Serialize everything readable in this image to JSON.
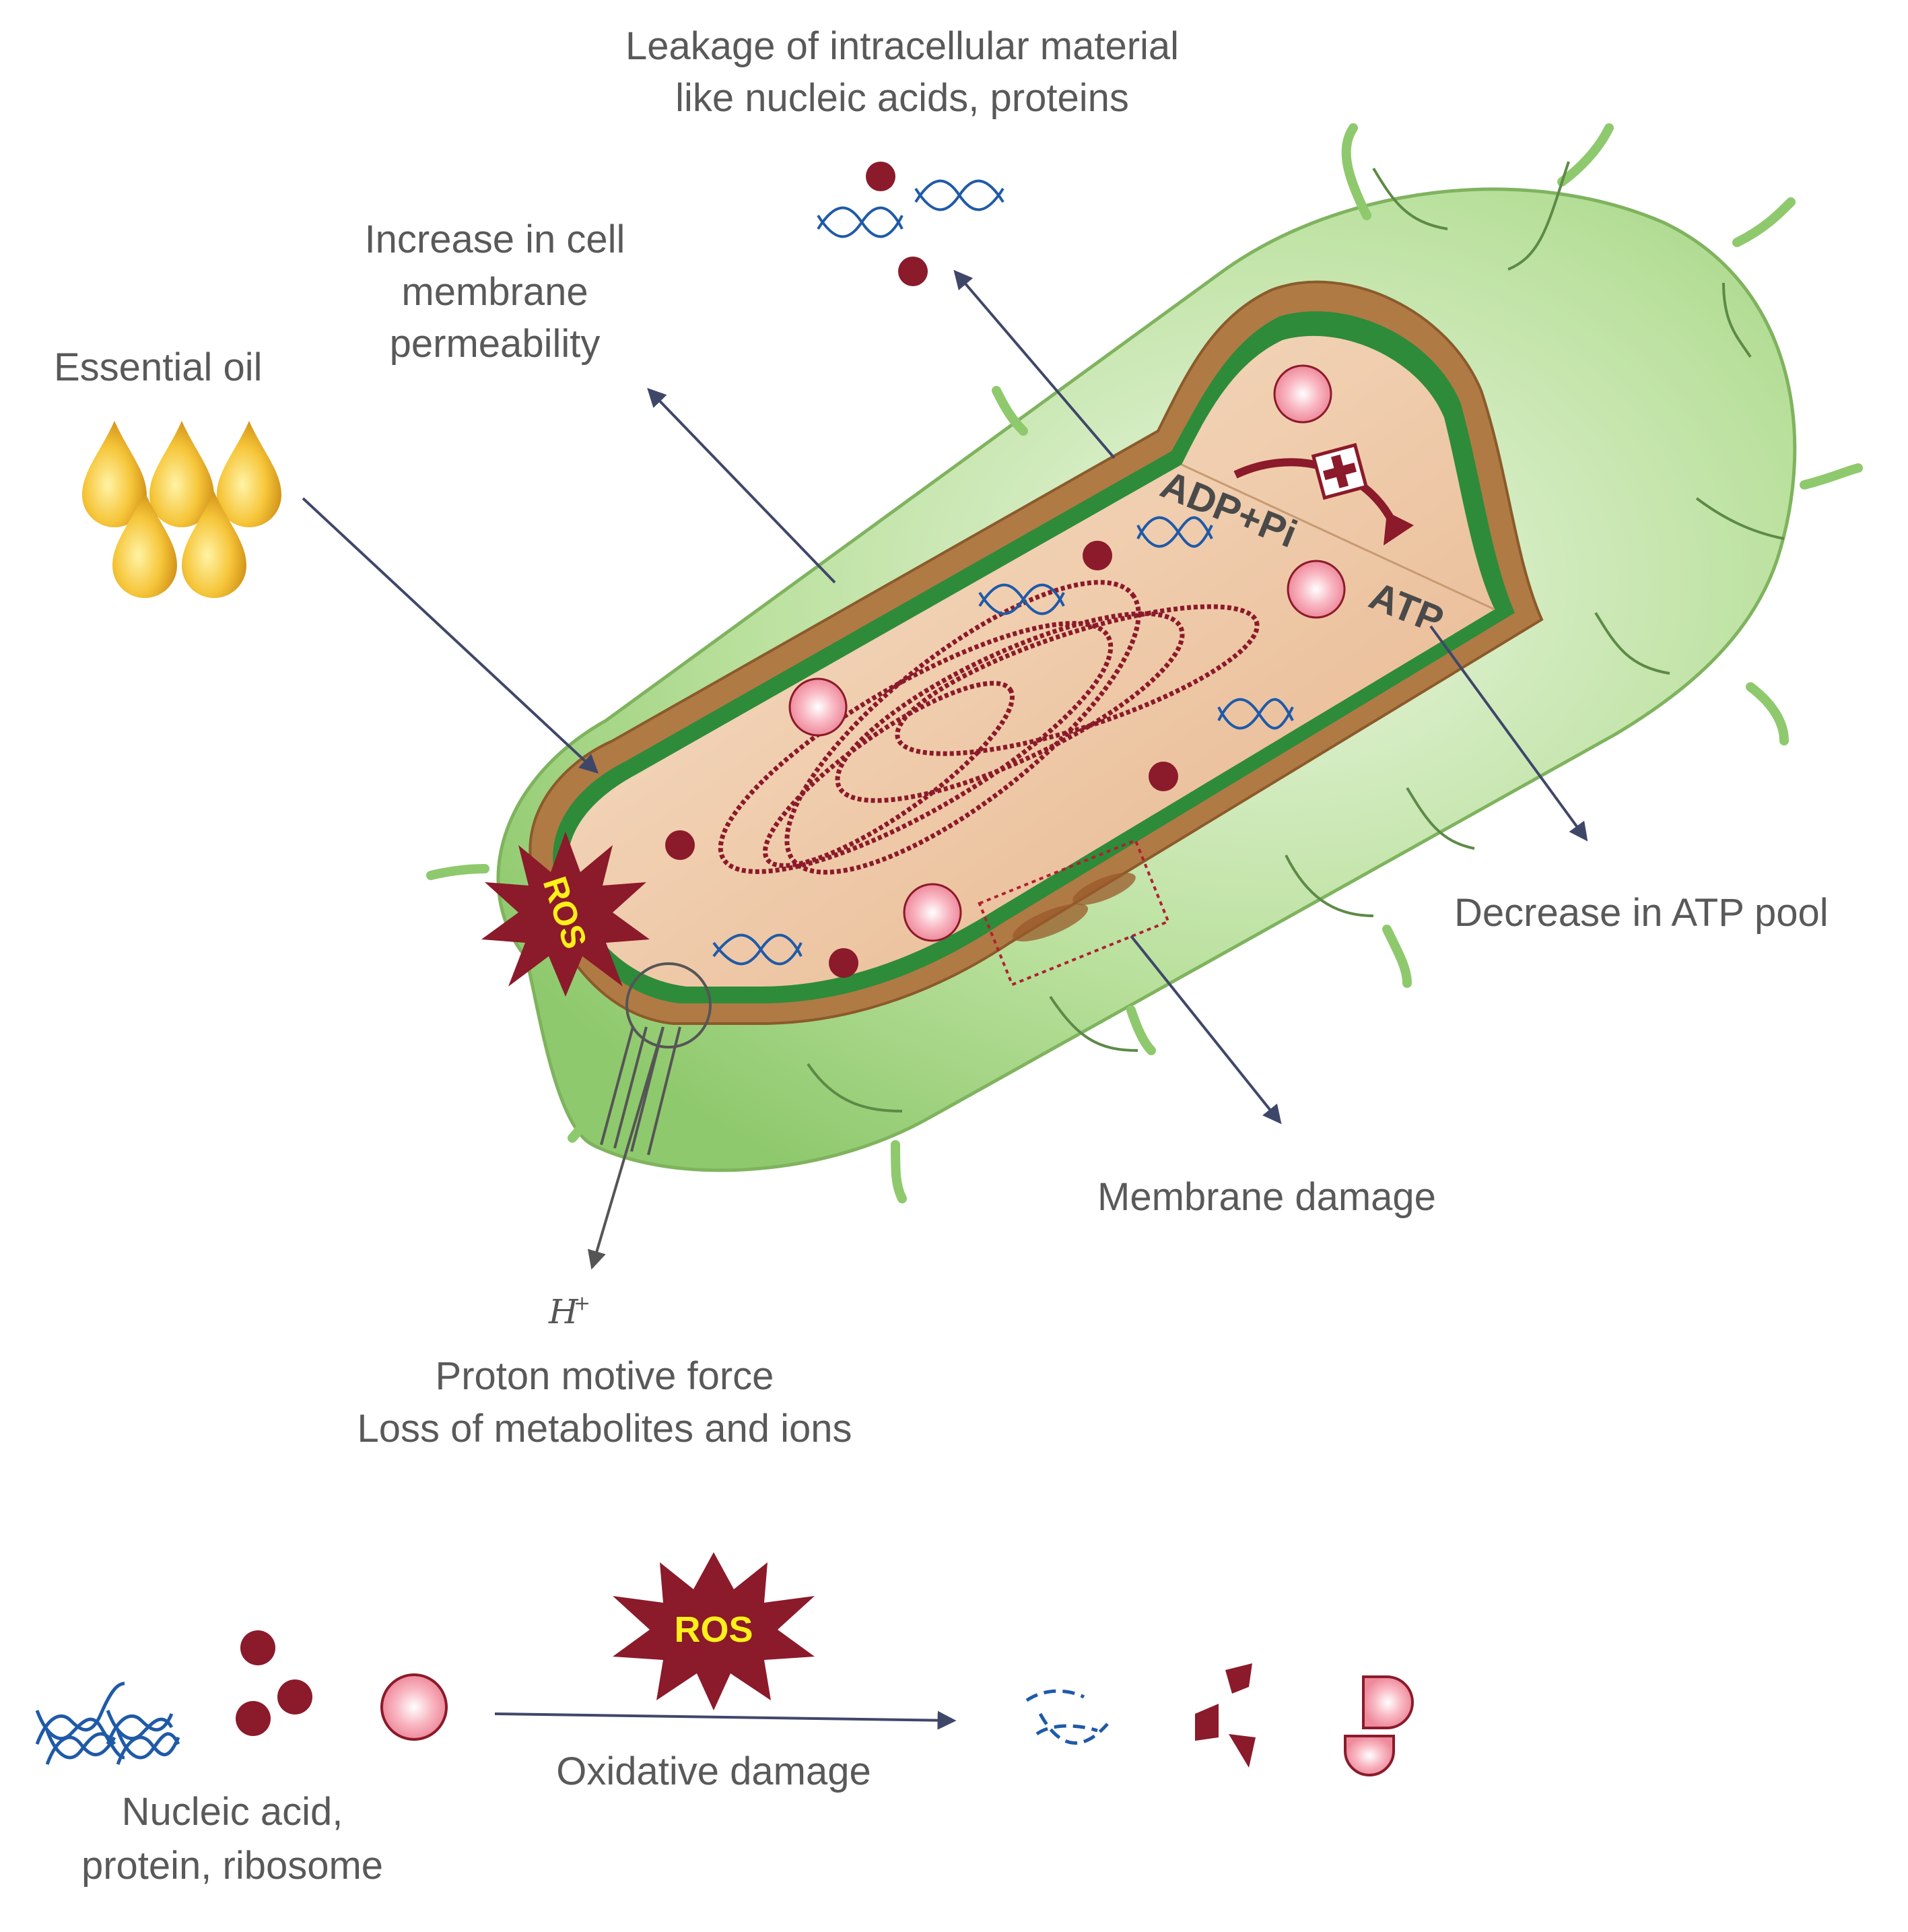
{
  "labels": {
    "leakage_line1": "Leakage of intracellular material",
    "leakage_line2": "like nucleic acids, proteins",
    "permeability_line1": "Increase in cell",
    "permeability_line2": "membrane",
    "permeability_line3": "permeability",
    "essential_oil": "Essential oil",
    "adp": "ADP+Pi",
    "atp": "ATP",
    "atp_pool": "Decrease in ATP pool",
    "ros_cell": "ROS",
    "membrane_damage": "Membrane damage",
    "h_plus": "H",
    "h_plus_sup": "+",
    "pmf_line1": "Proton motive force",
    "pmf_line2": "Loss of metabolites and ions",
    "ros_bottom": "ROS",
    "oxidative": "Oxidative damage",
    "components_line1": "Nucleic acid,",
    "components_line2": "protein, ribosome"
  },
  "colors": {
    "arrow": "#3f4769",
    "cell_outer_green": "#a9d88a",
    "cell_wall_brown": "#b07a45",
    "membrane_green": "#2e8b3a",
    "cytoplasm": "#f3dcc2",
    "dna_blue": "#1f5aa8",
    "protein_red": "#8b1a2a",
    "ribosome_pink": "#f6a8b4",
    "ros_burst": "#8b1a2a",
    "ros_text": "#ffef1a",
    "oil_gold": "#f2b624",
    "label_gray": "#595959"
  },
  "icons": [
    "oil-drop-icon",
    "dna-helix-icon",
    "protein-dot-icon",
    "ribosome-icon",
    "ros-burst-icon",
    "fragment-icon"
  ]
}
